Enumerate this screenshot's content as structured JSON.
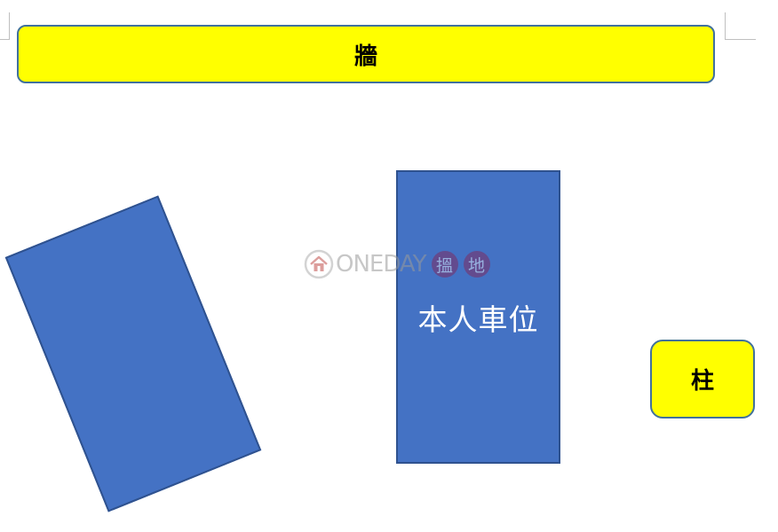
{
  "diagram": {
    "wall": {
      "label": "牆",
      "fill": "#ffff00",
      "border": "#41719c"
    },
    "pillar": {
      "label": "柱",
      "fill": "#ffff00",
      "border": "#41719c"
    },
    "own_space": {
      "label": "本人車位",
      "fill": "#4472c4",
      "border": "#2f528f"
    },
    "neighbor_space": {
      "label": "",
      "fill": "#4472c4",
      "border": "#2f528f"
    }
  },
  "watermark": {
    "text": "ONEDAY",
    "chars": [
      "搵",
      "地"
    ],
    "logo_icon": "house-icon"
  }
}
